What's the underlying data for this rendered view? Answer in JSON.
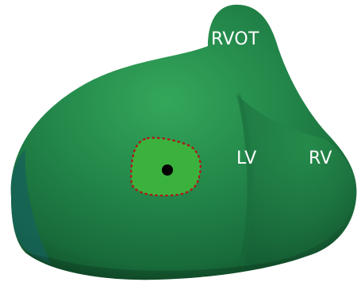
{
  "colors": {
    "background": "#ffffff",
    "myocardium_light": "#2f9e55",
    "myocardium_base": "#1f7c40",
    "myocardium_dark": "#0f4a28",
    "septum_edge": "#145f55",
    "lesion_fill": "#39b13c",
    "lesion_border_dots": "#b01818",
    "ablation_point": "#000000",
    "label_text": "#ffffff"
  },
  "labels": {
    "rvot": "RVOT",
    "lv": "LV",
    "rv": "RV"
  },
  "icons": {
    "ablation_point": "catheter-tip-dot",
    "lesion_outline": "dotted-boundary"
  }
}
